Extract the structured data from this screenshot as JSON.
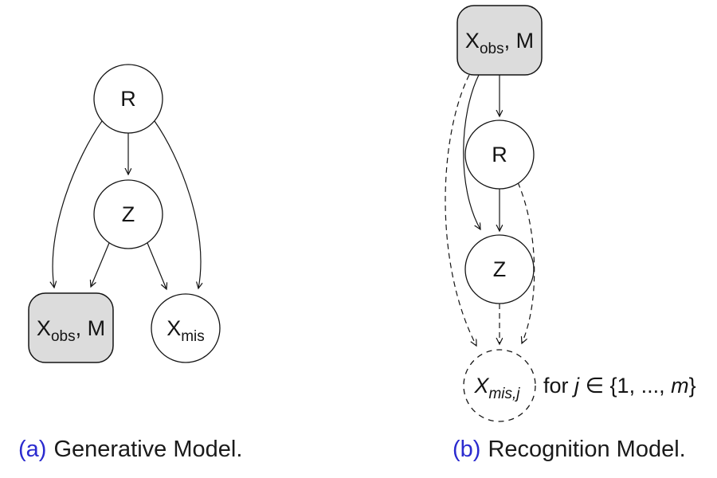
{
  "figure": {
    "panels": [
      {
        "id": "generative",
        "caption_tag": "(a)",
        "caption_text": "Generative Model.",
        "nodes": {
          "r": {
            "label": "R"
          },
          "z": {
            "label": "Z"
          },
          "xobs": {
            "main": "X",
            "sub": "obs",
            "rest": ", M"
          },
          "xmis": {
            "main": "X",
            "sub": "mis"
          }
        }
      },
      {
        "id": "recognition",
        "caption_tag": "(b)",
        "caption_text": "Recognition Model.",
        "nodes": {
          "xobs": {
            "main": "X",
            "sub": "obs",
            "rest": ", M"
          },
          "r": {
            "label": "R"
          },
          "z": {
            "label": "Z"
          },
          "xmisj": {
            "main": "X",
            "sub": "mis,j"
          }
        },
        "annotation": {
          "p1": "for ",
          "p2": "j",
          "p3": " ∈ {1, ..., ",
          "p4": "m",
          "p5": "}"
        }
      }
    ]
  },
  "colors": {
    "node_fill": "#dcdcdc",
    "line": "#141414",
    "caption_accent": "#2b2bcf",
    "background": "#ffffff"
  }
}
